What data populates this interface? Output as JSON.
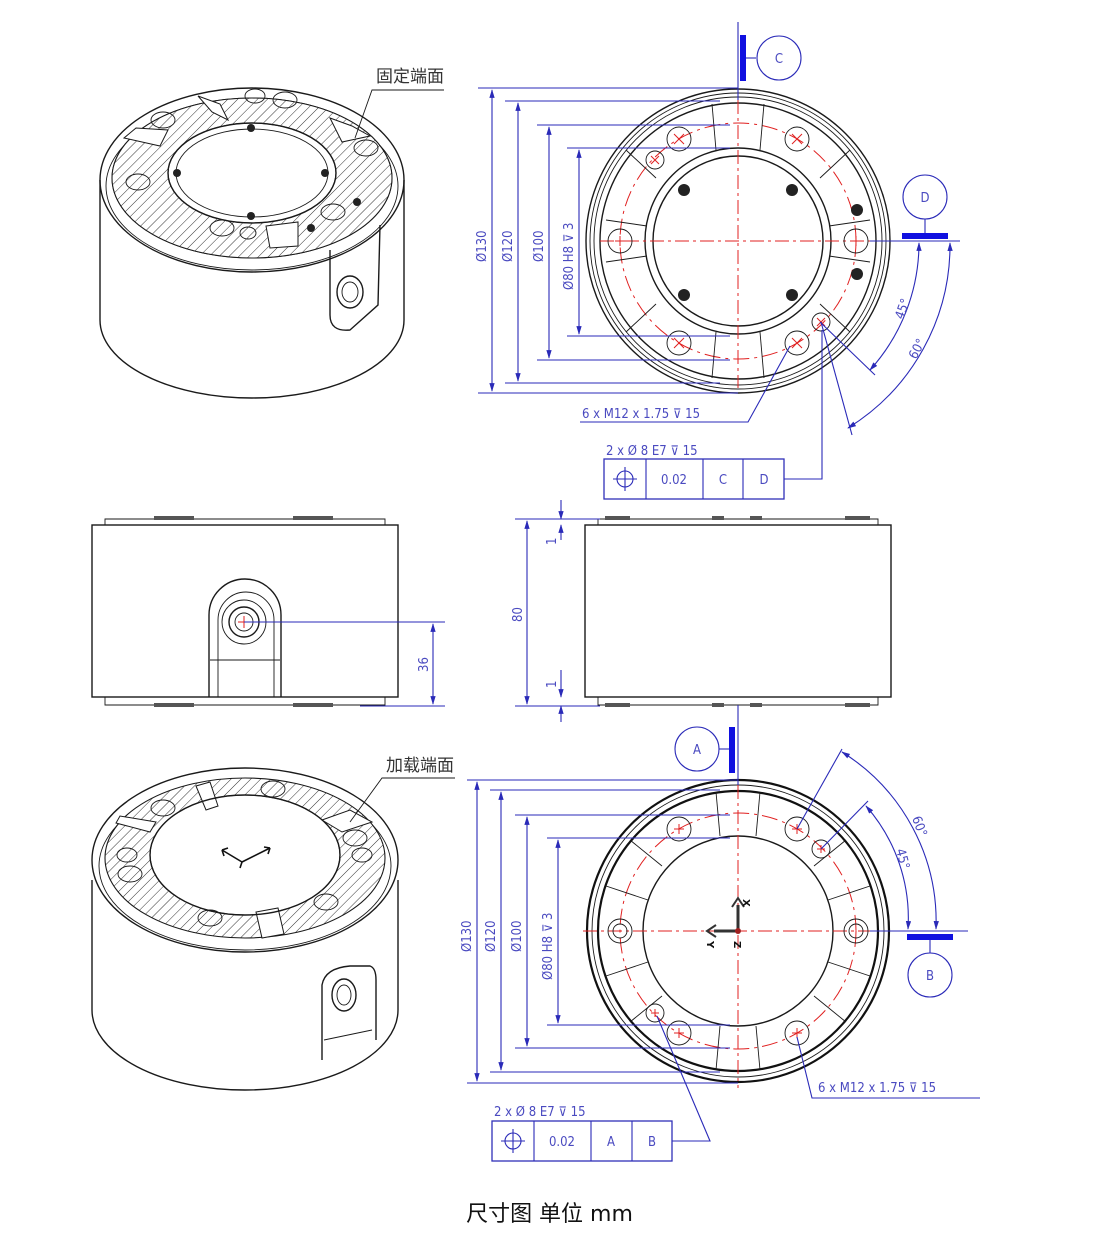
{
  "labels": {
    "fixed_end_face": "固定端面",
    "loading_end_face": "加载端面",
    "caption": "尺寸图  单位 mm"
  },
  "colors": {
    "dimension": "#2a2ab8",
    "centerline": "#e02020",
    "outline": "#1a1a1a",
    "datum_bar": "#1010e0"
  },
  "top_plan_view": {
    "diameters": [
      "Ø130",
      "Ø120",
      "Ø100",
      "Ø80 H8 ⊽ 3"
    ],
    "datums": [
      "C",
      "D"
    ],
    "angles": [
      "45°",
      "60°"
    ],
    "thread_callout": "6 x  M12 x 1.75 ⊽ 15",
    "pin_callout": "2 x Ø 8 E7 ⊽ 15",
    "fcf": {
      "symbol": "⌖",
      "tolerance": "0.02",
      "datum1": "C",
      "datum2": "D"
    }
  },
  "side_views": {
    "left_height_to_port": "36",
    "right_total_height": "80",
    "right_top_step": "1",
    "right_bottom_step": "1"
  },
  "bottom_plan_view": {
    "diameters": [
      "Ø130",
      "Ø120",
      "Ø100",
      "Ø80 H8 ⊽ 3"
    ],
    "datums": [
      "A",
      "B"
    ],
    "angles": [
      "60°",
      "45°"
    ],
    "thread_callout": "6 x  M12 x 1.75 ⊽ 15",
    "pin_callout": "2 x Ø 8 E7 ⊽ 15",
    "fcf": {
      "symbol": "⌖",
      "tolerance": "0.02",
      "datum1": "A",
      "datum2": "B"
    },
    "axes": [
      "X",
      "Y",
      "Z"
    ]
  }
}
